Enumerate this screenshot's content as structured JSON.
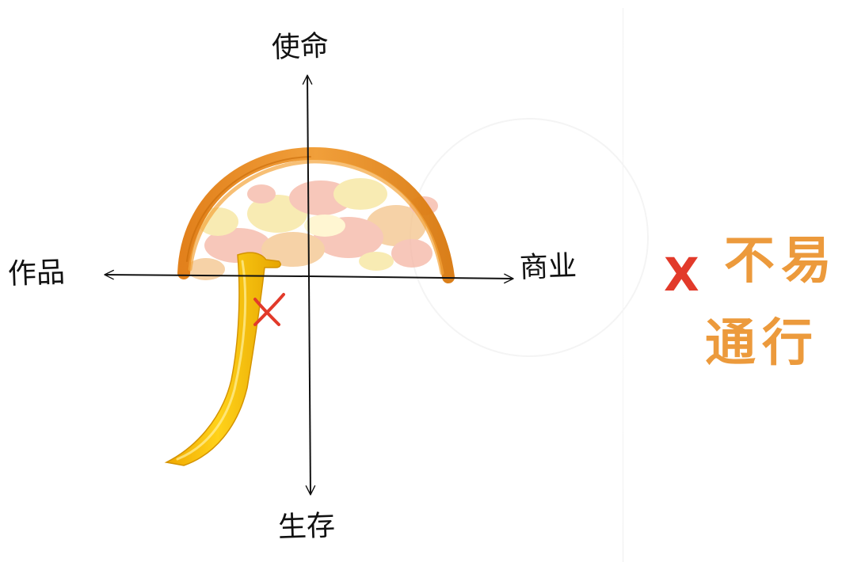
{
  "axes": {
    "top_label": "使命",
    "bottom_label": "生存",
    "left_label": "作品",
    "right_label": "商业"
  },
  "marks": {
    "cross_symbol": "X"
  },
  "side_note": {
    "cross_symbol": "X",
    "line1": "不易",
    "line2": "通行"
  },
  "colors": {
    "ink": "#111111",
    "umbrella_orange": "#e8861c",
    "canopy_spots": [
      "#f5b5a3",
      "#f6e59a",
      "#f4c38a"
    ],
    "handle_yellow": "#f5c400",
    "cross_red": "#e23a2a",
    "side_text_orange": "#ec9a3c"
  }
}
